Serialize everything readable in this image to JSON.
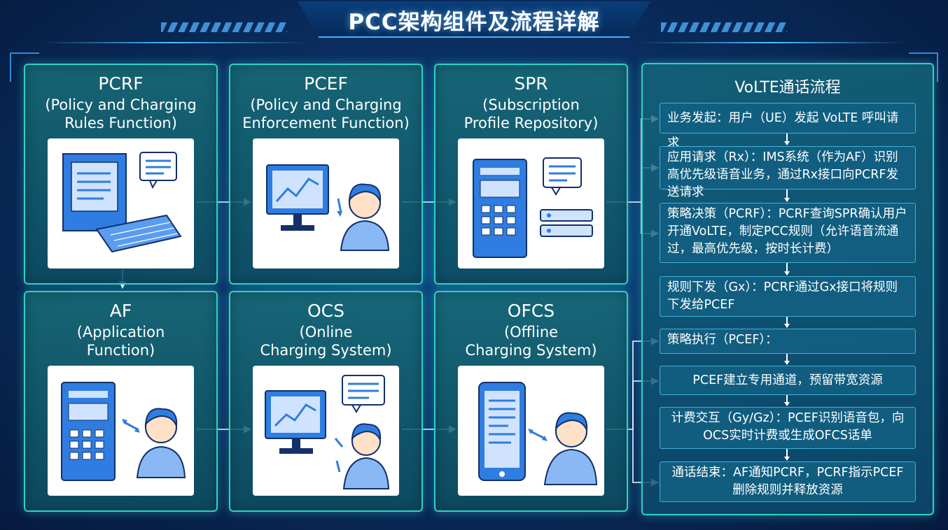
{
  "title": "PCC架构组件及流程详解",
  "components": [
    {
      "name": "PCRF",
      "full": "(Policy and Charging\nRules Function)"
    },
    {
      "name": "PCEF",
      "full": "(Policy and Charging\nEnforcement Function)"
    },
    {
      "name": "SPR",
      "full": "(Subscription\nProfile Repository)"
    },
    {
      "name": "AF",
      "full": "(Application\nFunction)"
    },
    {
      "name": "OCS",
      "full": "(Online\nCharging System)"
    },
    {
      "name": "OFCS",
      "full": "(Offline\nCharging System)"
    }
  ],
  "flow": {
    "title": "VoLTE通话流程",
    "steps": [
      "业务发起：用户（UE）发起 VoLTE 呼叫请求",
      "应用请求（Rx）：IMS系统（作为AF）识别高优先级语音业务，通过Rx接口向PCRF发送请求",
      "策略决策（PCRF）：PCRF查询SPR确认用户开通VoLTE，制定PCC规则（允许语音流通过，最高优先级，按时长计费）",
      "规则下发（Gx）：PCRF通过Gx接口将规则下发给PCEF",
      "策略执行（PCEF）：",
      "PCEF建立专用通道，预留带宽资源",
      "计费交互（Gy/Gz）：PCEF识别语音包，向OCS实时计费或生成OFCS话单",
      "通话结束：AF通知PCRF，PCRF指示PCEF删除规则并释放资源"
    ]
  },
  "icons": {
    "pcrf": "computer-terminal-icon",
    "pcef": "monitor-user-icon",
    "spr": "server-database-icon",
    "af": "server-user-icon",
    "ocs": "monitor-user-chat-icon",
    "ofcs": "phone-user-icon"
  },
  "colors": {
    "card_border": "#2fd0c8",
    "accent_blue": "#2f7de0",
    "background": "#0a2f63"
  }
}
